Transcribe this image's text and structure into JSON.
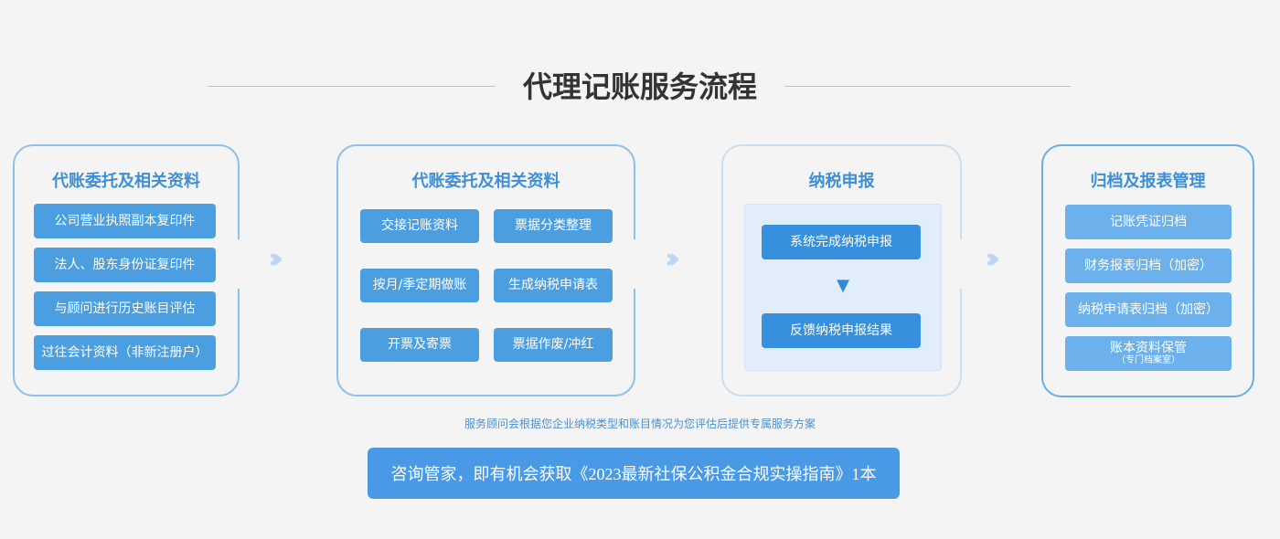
{
  "title": "代理记账服务流程",
  "steps": [
    {
      "title": "代账委托及相关资料",
      "items": [
        "公司营业执照副本复印件",
        "法人、股东身份证复印件",
        "与顾问进行历史账目评估",
        "过往会计资料（非新注册户）"
      ]
    },
    {
      "title": "代账委托及相关资料",
      "items": [
        "交接记账资料",
        "票据分类整理",
        "按月/季定期做账",
        "生成纳税申请表",
        "开票及寄票",
        "票据作废/冲红"
      ]
    },
    {
      "title": "纳税申报",
      "items": [
        "系统完成纳税申报",
        "反馈纳税申报结果"
      ],
      "arrow": "▼"
    },
    {
      "title": "归档及报表管理",
      "items": [
        "记账凭证归档",
        "财务报表归档（加密）",
        "纳税申请表归档（加密）",
        "账本资料保管"
      ],
      "sub": "（专门档案室）"
    }
  ],
  "separator": "›››",
  "note": "服务顾问会根据您企业纳税类型和账目情况为您评估后提供专属服务方案",
  "cta": "咨询管家，即有机会获取《2023最新社保公积金合规实操指南》1本"
}
